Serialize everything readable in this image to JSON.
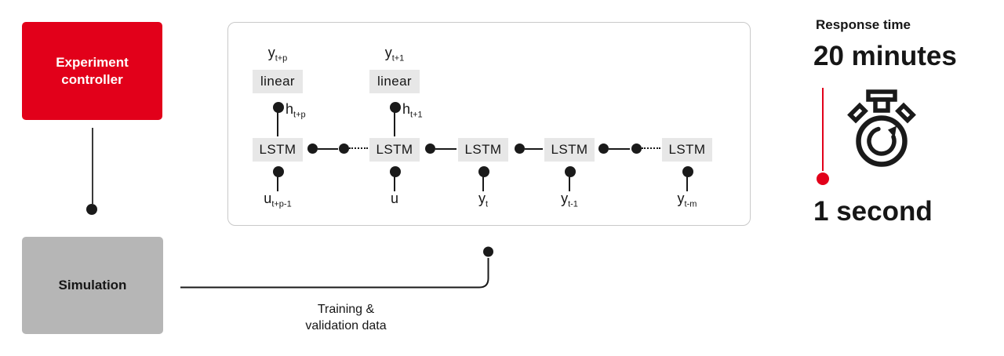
{
  "colors": {
    "red": "#e2001a",
    "box_gray": "#b6b6b6",
    "chip_gray": "#e7e7e7",
    "panel_border": "#c9c9c9",
    "line_dark": "#1a1a1a",
    "text_dark": "#161616"
  },
  "left": {
    "controller_line1": "Experiment",
    "controller_line2": "controller",
    "simulation": "Simulation"
  },
  "connector": {
    "training_line1": "Training &",
    "training_line2": "validation data"
  },
  "network": {
    "linear_label": "linear",
    "lstm_label": "LSTM",
    "outputs": [
      {
        "main": "y",
        "sub": "t+p"
      },
      {
        "main": "y",
        "sub": "t+1"
      }
    ],
    "hidden": [
      {
        "main": "h",
        "sub": "t+p"
      },
      {
        "main": "h",
        "sub": "t+1"
      }
    ],
    "inputs": [
      {
        "main": "u",
        "sub": "t+p-1"
      },
      {
        "main": "u",
        "sub": ""
      },
      {
        "main": "y",
        "sub": "t"
      },
      {
        "main": "y",
        "sub": "t-1"
      },
      {
        "main": "y",
        "sub": "t-m"
      }
    ]
  },
  "response": {
    "title": "Response time",
    "slow": "20 minutes",
    "fast": "1 second"
  }
}
